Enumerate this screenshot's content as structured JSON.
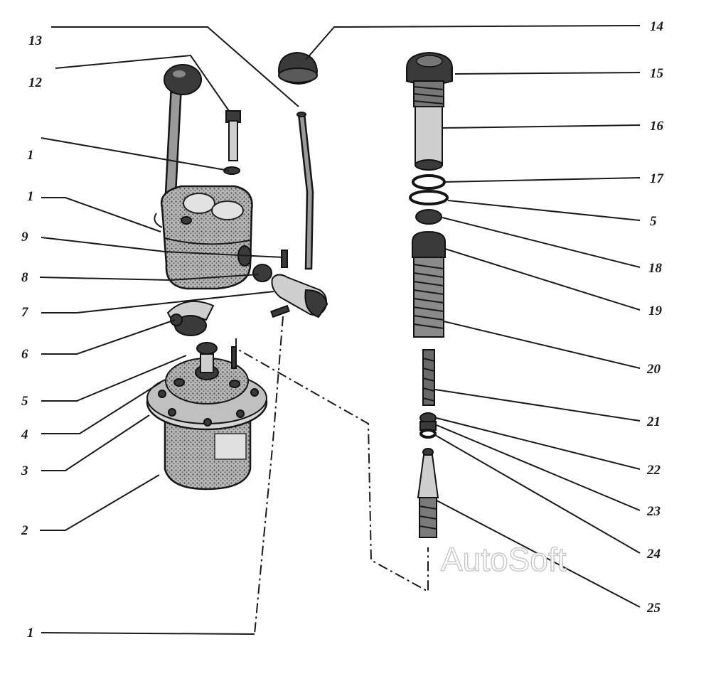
{
  "labels": {
    "l1a": "1",
    "l1b": "1",
    "l1c": "1",
    "l2": "2",
    "l3": "3",
    "l4": "4",
    "l5a": "5",
    "l5b": "5",
    "l6": "6",
    "l7": "7",
    "l8": "8",
    "l9": "9",
    "l12": "12",
    "l13": "13",
    "l14": "14",
    "l15": "15",
    "l16": "16",
    "l17": "17",
    "l18": "18",
    "l19": "19",
    "l20": "20",
    "l21": "21",
    "l22": "22",
    "l23": "23",
    "l24": "24",
    "l25": "25"
  },
  "watermark": "AutoSoft"
}
